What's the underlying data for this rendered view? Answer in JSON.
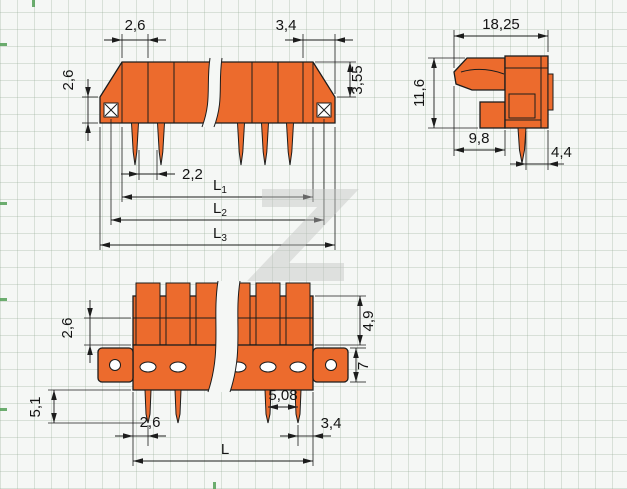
{
  "drawing": {
    "dims_front": {
      "pitch": "2,6",
      "right_section": "3,4",
      "flange_height": "2,6",
      "front_height": "3,55",
      "pin_offset": "2,2",
      "l1": "L",
      "l1_sub": "1",
      "l2": "L",
      "l2_sub": "2",
      "l3": "L",
      "l3_sub": "3"
    },
    "dims_side": {
      "total_depth": "18,25",
      "height": "11,6",
      "body_depth": "9,8",
      "pin_to_edge": "4,4"
    },
    "dims_socket": {
      "collar_height": "2,6",
      "upper_height": "4,9",
      "flange_height": "7",
      "stud_length": "5,1",
      "pin_pitch": "5,08",
      "left_pin_offset": "2,6",
      "right_pin_offset": "3,4",
      "total_length": "L"
    }
  },
  "colors": {
    "body": "#ec6b2d",
    "outline": "#1c1c1c",
    "background": "#f5f7f5",
    "grid": "#d4ddd4",
    "watermark": "#c3c3c3",
    "edge_mark": "#53a057"
  }
}
